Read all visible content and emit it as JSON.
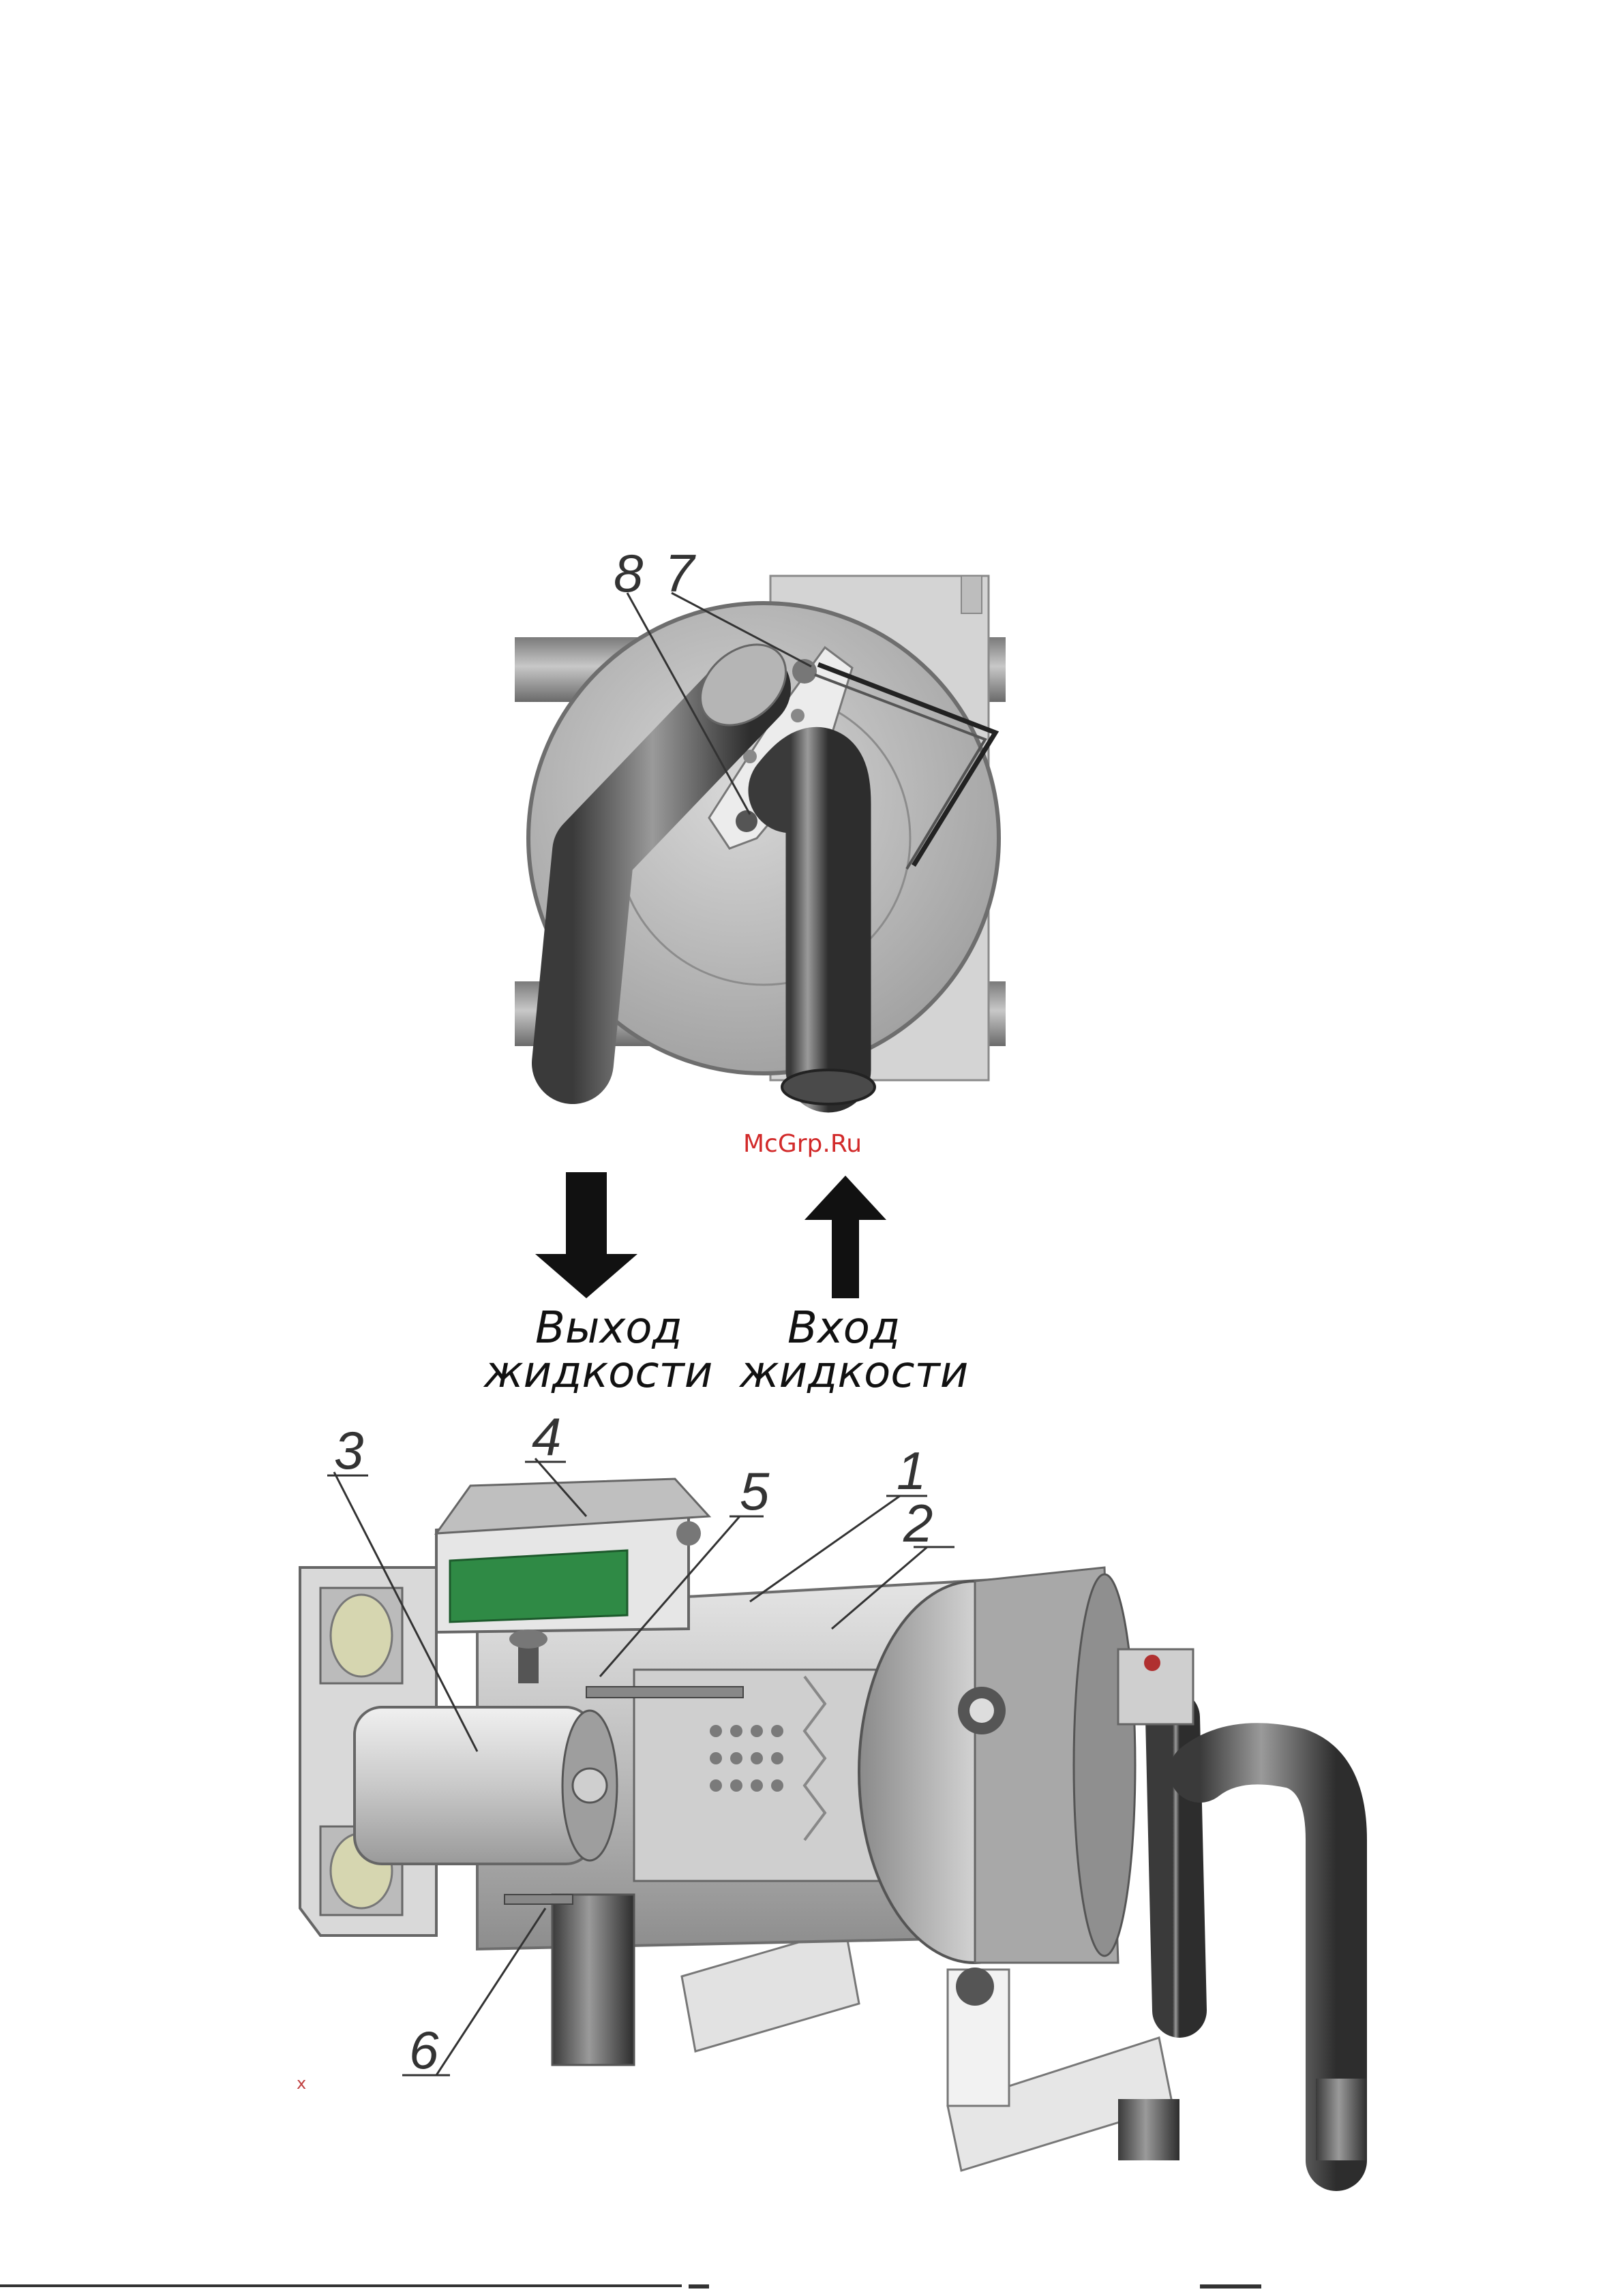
{
  "callouts": {
    "top_view": [
      "8",
      "7"
    ],
    "cutaway": [
      "1",
      "2",
      "3",
      "4",
      "5",
      "6"
    ]
  },
  "flow": {
    "outlet_line1": "Выход",
    "outlet_line2": "жидкости",
    "inlet_line1": "Вход",
    "inlet_line2": "жидкости"
  },
  "watermark": "McGrp.Ru",
  "stray_mark": "x",
  "colors": {
    "arrow": "#111111",
    "watermark": "#d22a2a",
    "pcb": "#2f8a45",
    "metal_dark": "#5a5a5a",
    "metal_light": "#d9d9d9"
  }
}
